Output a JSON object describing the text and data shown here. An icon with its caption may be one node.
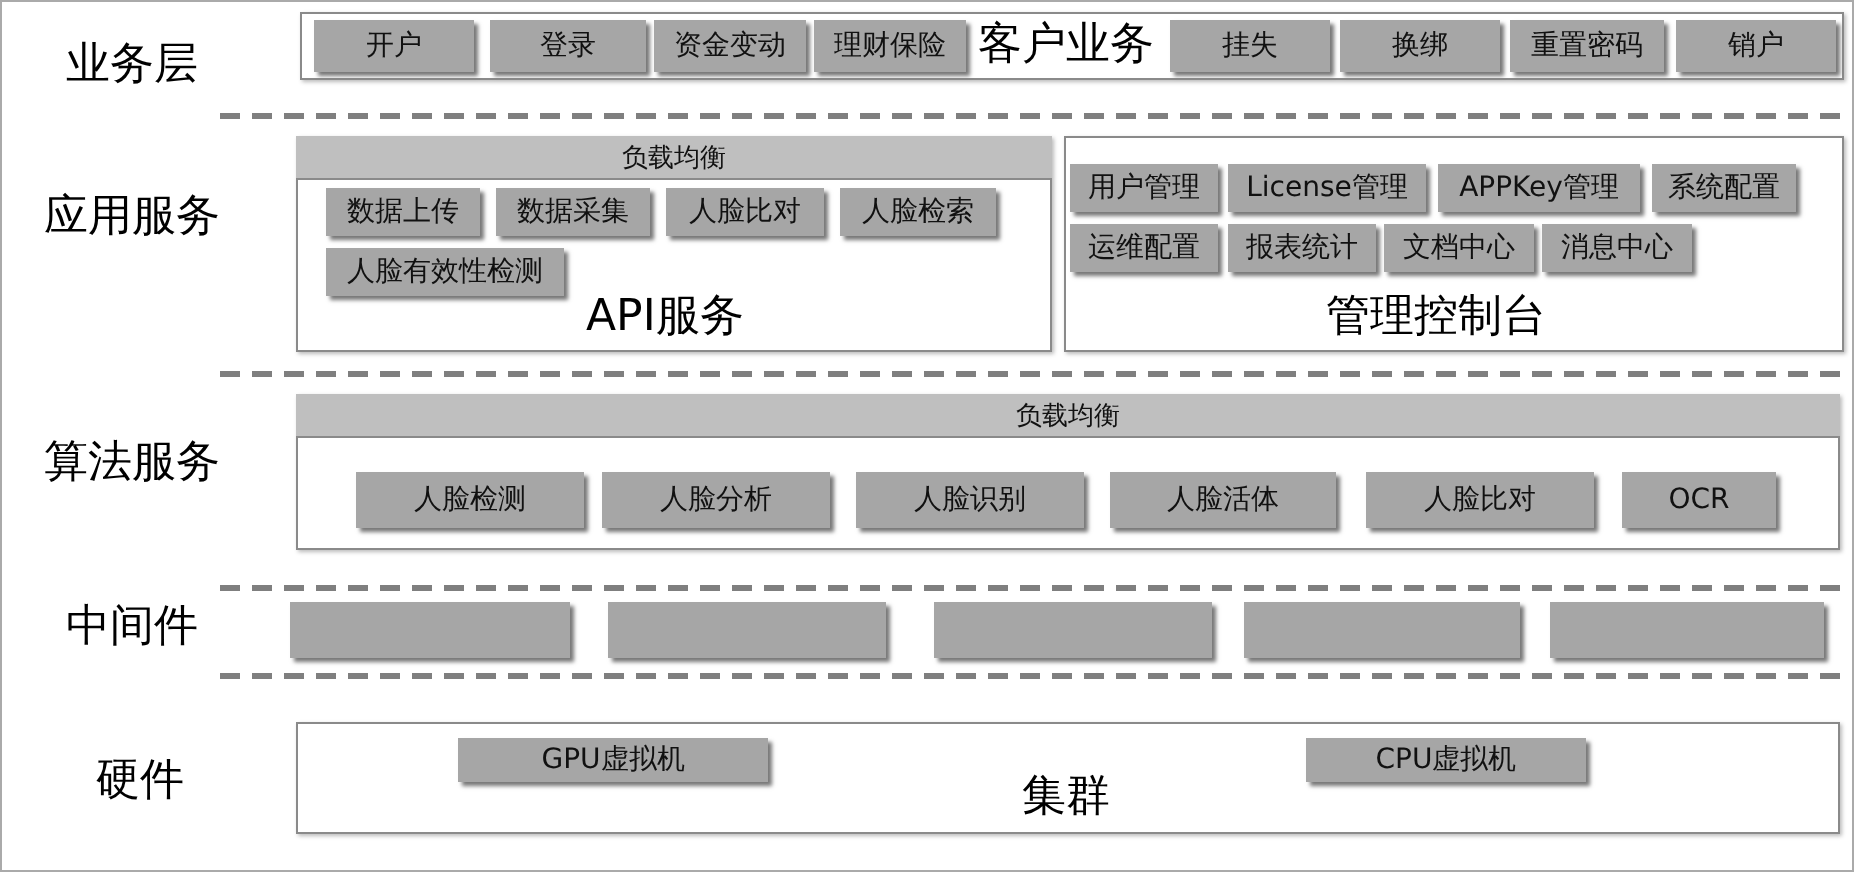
{
  "diagram": {
    "nodes": [
      {
        "text": [
          "客户业务"
        ]
      },
      {
        "text": [
          "开户"
        ],
        "in": 0
      },
      {
        "text": [
          "登录"
        ],
        "in": 0
      },
      {
        "text": [
          "资金变动"
        ],
        "in": 0
      },
      {
        "text": [
          "理财保险"
        ],
        "in": 0
      },
      {
        "text": [
          "挂失"
        ],
        "in": 0
      },
      {
        "text": [
          "换绑"
        ],
        "in": 0
      },
      {
        "text": [
          "重置密码"
        ],
        "in": 0
      },
      {
        "text": [
          "销户"
        ],
        "in": 0
      },
      {
        "text": [
          "API服务"
        ]
      },
      {
        "text": [
          "负载均衡"
        ],
        "in": 9
      },
      {
        "text": [
          "数据上传"
        ],
        "in": 9
      },
      {
        "text": [
          "数据采集"
        ],
        "in": 9
      },
      {
        "text": [
          "人脸比对"
        ],
        "in": 9
      },
      {
        "text": [
          "人脸检索"
        ],
        "in": 9
      },
      {
        "text": [
          "人脸有效性检测"
        ],
        "in": 9
      },
      {
        "text": [
          "管理控制台"
        ]
      },
      {
        "text": [
          "用户管理"
        ],
        "in": 16
      },
      {
        "text": [
          "License管理"
        ],
        "in": 16
      },
      {
        "text": [
          "APPKey管理"
        ],
        "in": 16
      },
      {
        "text": [
          "系统配置"
        ],
        "in": 16
      },
      {
        "text": [
          "运维配置"
        ],
        "in": 16
      },
      {
        "text": [
          "报表统计"
        ],
        "in": 16
      },
      {
        "text": [
          "文档中心"
        ],
        "in": 16
      },
      {
        "text": [
          "消息中心"
        ],
        "in": 16
      },
      {
        "text": [],
        "shape": "box"
      },
      {
        "text": [
          "负载均衡"
        ],
        "in": 25
      },
      {
        "text": [
          "人脸检测"
        ],
        "in": 25
      },
      {
        "text": [
          "人脸分析"
        ],
        "in": 25
      },
      {
        "text": [
          "人脸识别"
        ],
        "in": 25
      },
      {
        "text": [
          "人脸活体"
        ],
        "in": 25
      },
      {
        "text": [
          "人脸比对"
        ],
        "in": 25
      },
      {
        "text": [
          "OCR"
        ],
        "in": 25
      },
      {
        "text": [],
        "shape": "box"
      },
      {
        "text": [],
        "shape": "box"
      },
      {
        "text": [],
        "shape": "box"
      },
      {
        "text": [],
        "shape": "box"
      },
      {
        "text": [],
        "shape": "box"
      },
      {
        "text": [
          "集群"
        ]
      },
      {
        "text": [
          "GPU虚拟机"
        ],
        "in": 38
      },
      {
        "text": [
          "CPU虚拟机"
        ],
        "in": 38
      }
    ],
    "labels": [
      "业务层",
      "应用服务",
      "算法服务",
      "中间件",
      "硬件"
    ]
  }
}
